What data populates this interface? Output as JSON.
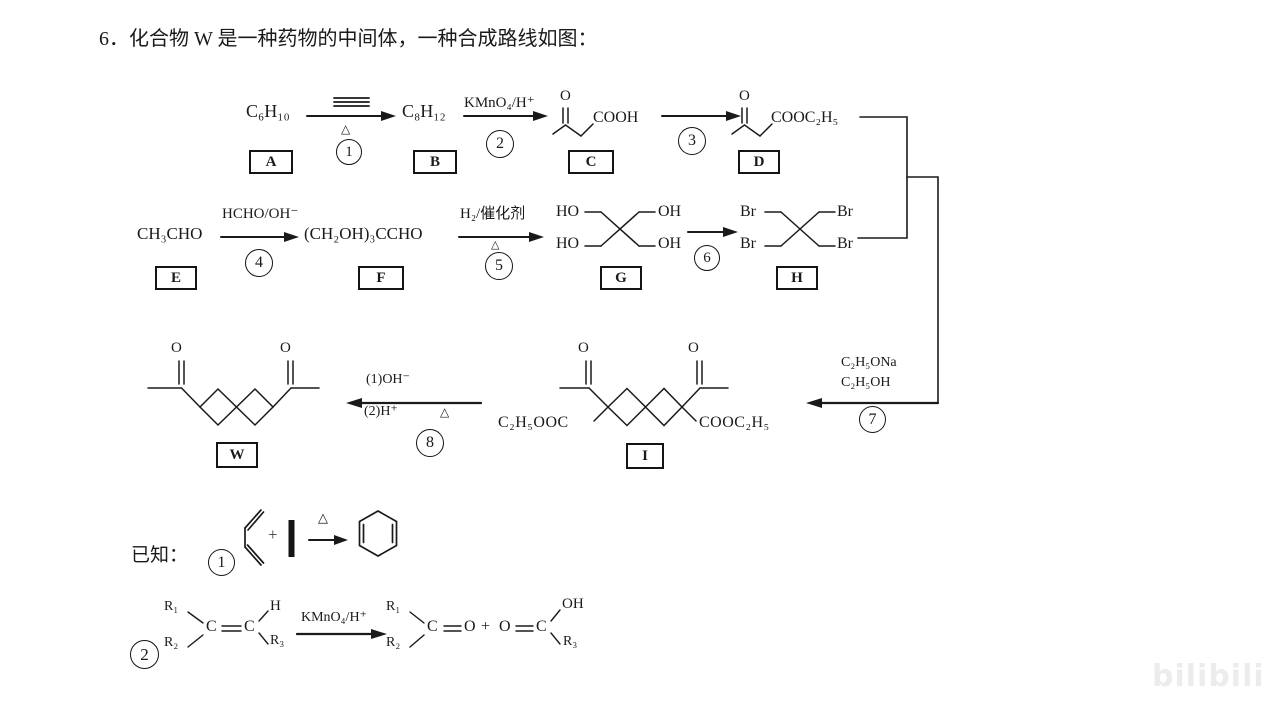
{
  "title": "6．化合物 W 是一种药物的中间体，一种合成路线如图：",
  "scheme": {
    "row1": {
      "a": "C₆H₁₀",
      "b": "C₈H₁₂",
      "s1_delta": "△",
      "s1_num": "1",
      "s2_reagent": "KMnO₄/H⁺",
      "s2_num": "2",
      "s3_num": "3",
      "c_o": "O",
      "c_group": "COOH",
      "d_o": "O",
      "d_group": "COOC₂H₅",
      "box_a": "A",
      "box_b": "B",
      "box_c": "C",
      "box_d": "D"
    },
    "row2": {
      "e": "CH₃CHO",
      "s4_reagent": "HCHO/OH⁻",
      "s4_num": "4",
      "f": "(CH₂OH)₃CCHO",
      "s5_reagent": "H₂/催化剂",
      "s5_delta": "△",
      "s5_num": "5",
      "s6_num": "6",
      "g_ho": "HO",
      "g_oh": "OH",
      "h_br": "Br",
      "box_e": "E",
      "box_f": "F",
      "box_g": "G",
      "box_h": "H"
    },
    "row3": {
      "w_o": "O",
      "s8_line1": "(1)OH⁻",
      "s8_line2": "(2)H⁺",
      "s8_delta": "△",
      "s8_num": "8",
      "i_o": "O",
      "i_ester_left": "C₂H₅OOC",
      "i_ester_right": "COOC₂H₅",
      "s7_reagent1": "C₂H₅ONa",
      "s7_reagent2": "C₂H₅OH",
      "s7_num": "7",
      "box_w": "W",
      "box_i": "I"
    }
  },
  "known": {
    "label": "已知：",
    "k1_num": "1",
    "k1_plus": "+",
    "k1_delta": "△",
    "k2_num": "2",
    "r1": "R₁",
    "r2": "R₂",
    "r3": "R₃",
    "c": "C",
    "h": "H",
    "o": "O",
    "oh": "OH",
    "plus": "+",
    "k2_reagent": "KMnO₄/H⁺"
  },
  "watermark": "bilibili"
}
